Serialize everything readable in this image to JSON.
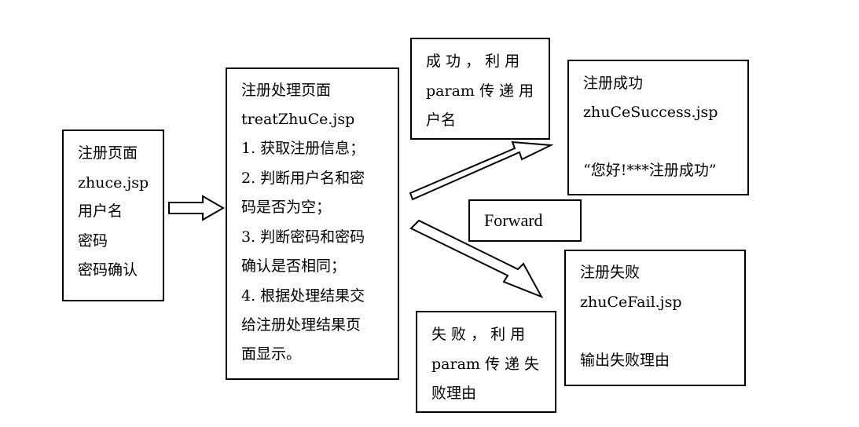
{
  "register_page": {
    "title": "注册页面",
    "file": "zhuce.jsp",
    "fields": [
      "用户名",
      "密码",
      "密码确认"
    ]
  },
  "treat_page": {
    "title": "注册处理页面",
    "file": "treatZhuCe.jsp",
    "steps": [
      "1.  获取注册信息；",
      "2.  判断用户名和密",
      "码是否为空；",
      "3.  判断密码和密码",
      "确认是否相同；",
      "4.  根据处理结果交",
      "给注册处理结果页",
      "面显示。"
    ]
  },
  "success_note": {
    "lines": [
      "成 功 ， 利 用",
      "param 传 递 用",
      "户名"
    ]
  },
  "fail_note": {
    "lines": [
      "失 败 ， 利 用",
      "param 传 递 失",
      "败理由"
    ]
  },
  "forward_label": "Forward",
  "success_page": {
    "title": "注册成功",
    "file": "zhuCeSuccess.jsp",
    "message": "“您好!***注册成功”"
  },
  "fail_page": {
    "title": "注册失败",
    "file": "zhuCeFail.jsp",
    "message": "输出失败理由"
  }
}
